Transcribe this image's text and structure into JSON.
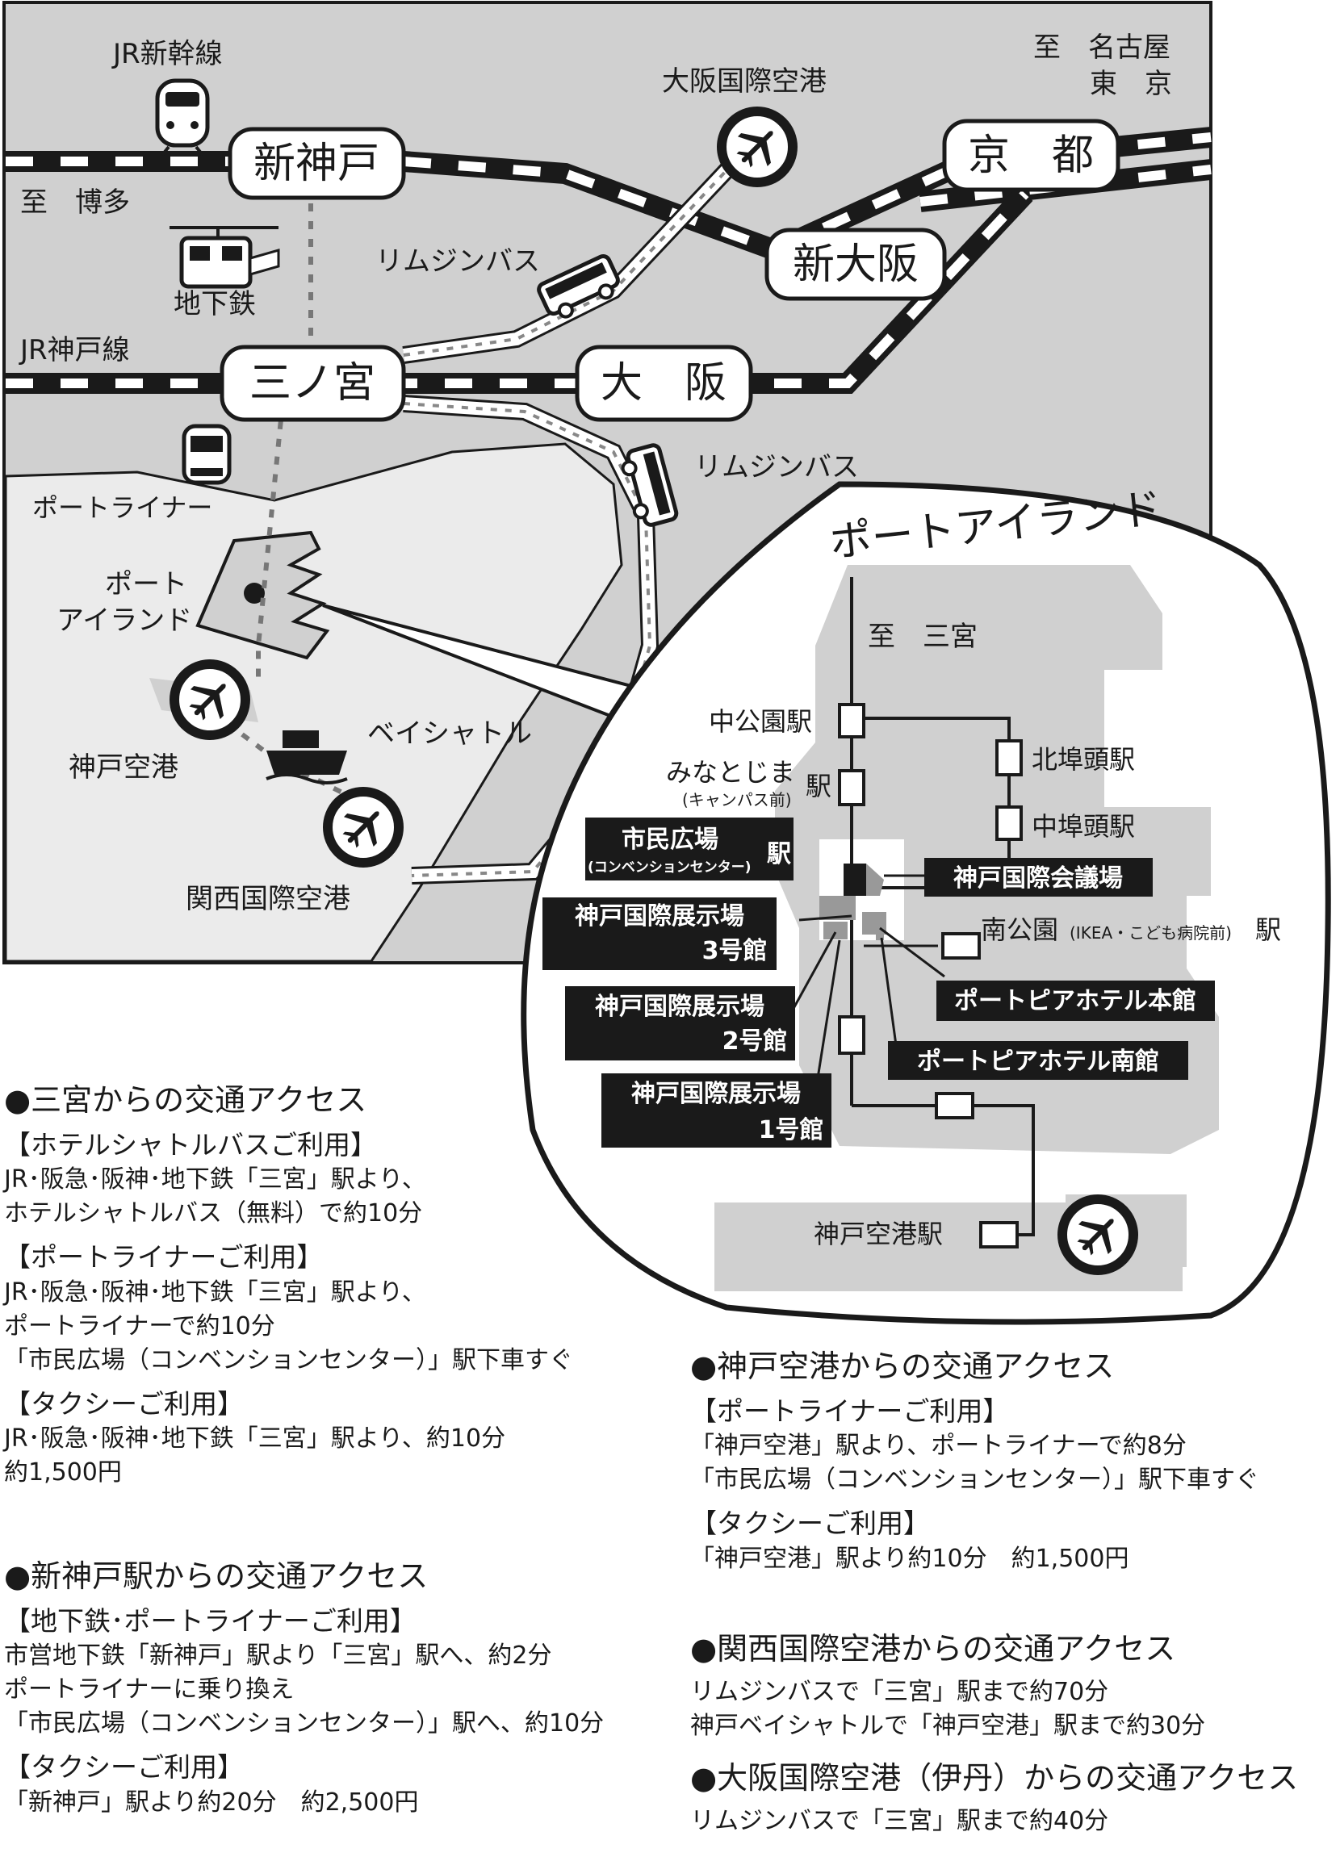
{
  "map": {
    "stations": {
      "shin_kobe": "新神戸",
      "kyoto": "京　都",
      "shin_osaka": "新大阪",
      "sannomiya": "三ノ宮",
      "osaka": "大　阪"
    },
    "labels": {
      "jr_shinkansen": "JR新幹線",
      "to_nagoya": "至　名古屋",
      "to_tokyo": "東　京",
      "to_hakata": "至　博多",
      "itami_airport": "大阪国際空港",
      "limousine_bus_1": "リムジンバス",
      "subway": "地下鉄",
      "jr_kobe_line": "JR神戸線",
      "limousine_bus_2": "リムジンバス",
      "port_liner": "ポートライナー",
      "port_island_line1": "ポート",
      "port_island_line2": "アイランド",
      "bay_shuttle": "ベイシャトル",
      "kobe_airport": "神戸空港",
      "kansai_airport": "関西国際空港"
    },
    "inset": {
      "title": "ポートアイランド",
      "to_sannomiya": "至　三宮",
      "naka_koen": "中公園駅",
      "minatojima": "みなとじま",
      "minatojima_sub": "(キャンパス前)",
      "minatojima_eki": "駅",
      "kita_futo": "北埠頭駅",
      "naka_futo": "中埠頭駅",
      "shimin_hiroba": "市民広場",
      "shimin_hiroba_sub": "(コンベンションセンター)",
      "shimin_hiroba_eki": "駅",
      "minami_koen_main": "南公園",
      "minami_koen_sub": "(IKEA・こども病院前)",
      "minami_koen_eki": "駅",
      "kobe_airport_station": "神戸空港駅",
      "kaigijo": "神戸国際会議場",
      "hall3_line1": "神戸国際展示場",
      "hall3_line2": "3号館",
      "hall2_line1": "神戸国際展示場",
      "hall2_line2": "2号館",
      "hall1_line1": "神戸国際展示場",
      "hall1_line2": "1号館",
      "hotel_main": "ポートピアホテル本館",
      "hotel_south": "ポートピアホテル南館"
    }
  },
  "access": {
    "sannomiya": {
      "heading": "●三宮からの交通アクセス",
      "sections": [
        {
          "title": "【ホテルシャトルバスご利用】",
          "lines": [
            "JR･阪急･阪神･地下鉄「三宮」駅より、",
            "ホテルシャトルバス（無料）で約10分"
          ]
        },
        {
          "title": "【ポートライナーご利用】",
          "lines": [
            "JR･阪急･阪神･地下鉄「三宮」駅より、",
            "ポートライナーで約10分",
            "「市民広場（コンベンションセンター）」駅下車すぐ"
          ]
        },
        {
          "title": "【タクシーご利用】",
          "lines": [
            "JR･阪急･阪神･地下鉄「三宮」駅より、約10分",
            "約1,500円"
          ]
        }
      ]
    },
    "shinkobe": {
      "heading": "●新神戸駅からの交通アクセス",
      "sections": [
        {
          "title": "【地下鉄･ポートライナーご利用】",
          "lines": [
            "市営地下鉄「新神戸」駅より「三宮」駅へ、約2分",
            "ポートライナーに乗り換え",
            "「市民広場（コンベンションセンター）」駅へ、約10分"
          ]
        },
        {
          "title": "【タクシーご利用】",
          "lines": [
            "「新神戸」駅より約20分　約2,500円"
          ]
        }
      ]
    },
    "kobe_airport": {
      "heading": "●神戸空港からの交通アクセス",
      "sections": [
        {
          "title": "【ポートライナーご利用】",
          "lines": [
            "「神戸空港」駅より、ポートライナーで約8分",
            "「市民広場（コンベンションセンター）」駅下車すぐ"
          ]
        },
        {
          "title": "【タクシーご利用】",
          "lines": [
            "「神戸空港」駅より約10分　約1,500円"
          ]
        }
      ]
    },
    "kansai": {
      "heading": "●関西国際空港からの交通アクセス",
      "lines": [
        "リムジンバスで「三宮」駅まで約70分",
        "神戸ベイシャトルで「神戸空港」駅まで約30分"
      ]
    },
    "itami": {
      "heading": "●大阪国際空港（伊丹）からの交通アクセス",
      "lines": [
        "リムジンバスで「三宮」駅まで約40分"
      ]
    }
  }
}
